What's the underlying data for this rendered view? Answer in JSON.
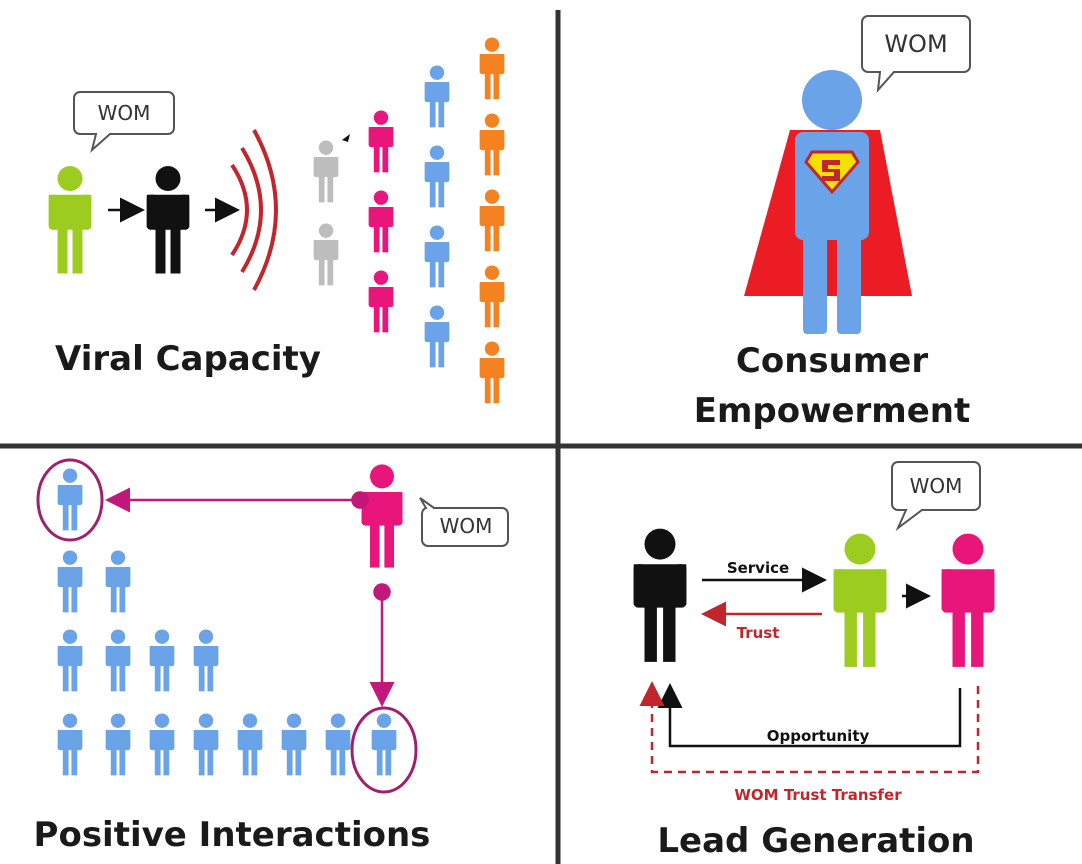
{
  "quadrants": {
    "viral": {
      "title": "Viral Capacity",
      "bubble": "WOM"
    },
    "empowerment": {
      "title_line1": "Consumer",
      "title_line2": "Empowerment",
      "bubble": "WOM"
    },
    "positive": {
      "title": "Positive Interactions",
      "bubble": "WOM"
    },
    "lead": {
      "title": "Lead Generation",
      "bubble": "WOM",
      "arrow_service": "Service",
      "arrow_trust": "Trust",
      "arrow_opportunity": "Opportunity",
      "arrow_transfer": "WOM Trust Transfer"
    }
  },
  "colors": {
    "green": "#9ccc1f",
    "black": "#111111",
    "grey": "#bdbdbd",
    "pink": "#e8157a",
    "blue": "#6aa3e8",
    "orange": "#f58220",
    "red_arc": "#c0262b",
    "cape_red": "#ec1c24",
    "divider": "#333333",
    "trust_red": "#c0262b",
    "ring": "#a0206e"
  }
}
